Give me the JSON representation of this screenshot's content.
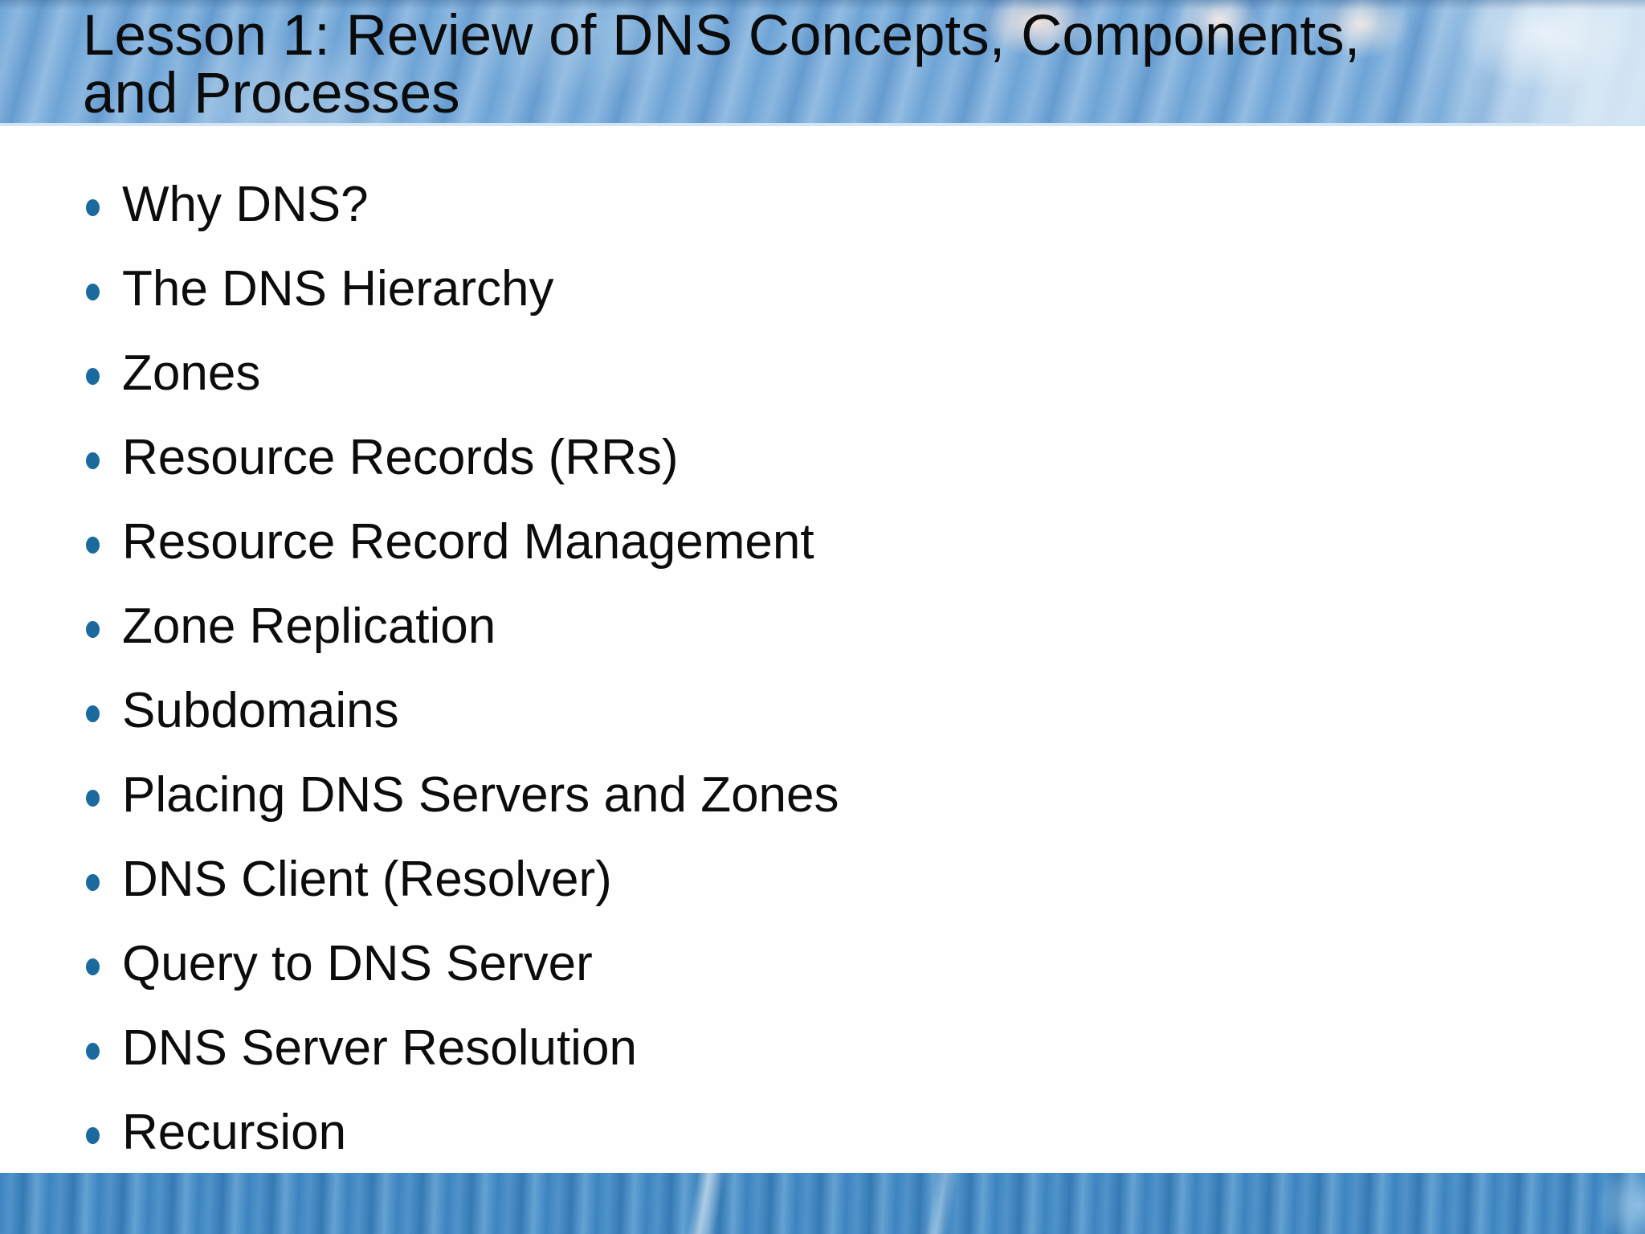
{
  "slide": {
    "title": "Lesson 1: Review of DNS Concepts, Components, and Processes",
    "title_lines": [
      "Lesson 1: Review of DNS Concepts, Components,",
      "and Processes"
    ],
    "bullets": [
      "Why DNS?",
      "The DNS Hierarchy",
      "Zones",
      "Resource Records (RRs)",
      "Resource Record Management",
      "Zone Replication",
      "Subdomains",
      "Placing DNS Servers and Zones",
      "DNS Client (Resolver)",
      "Query to DNS Server",
      "DNS Server Resolution",
      "Recursion"
    ],
    "colors": {
      "header_blue": "#6ea4d6",
      "footer_blue": "#3d84c0",
      "bullet_dot": "#1a6a9e",
      "title_text": "#0b0b0b",
      "body_text": "#0c0c0c",
      "background": "#fefefe"
    }
  }
}
